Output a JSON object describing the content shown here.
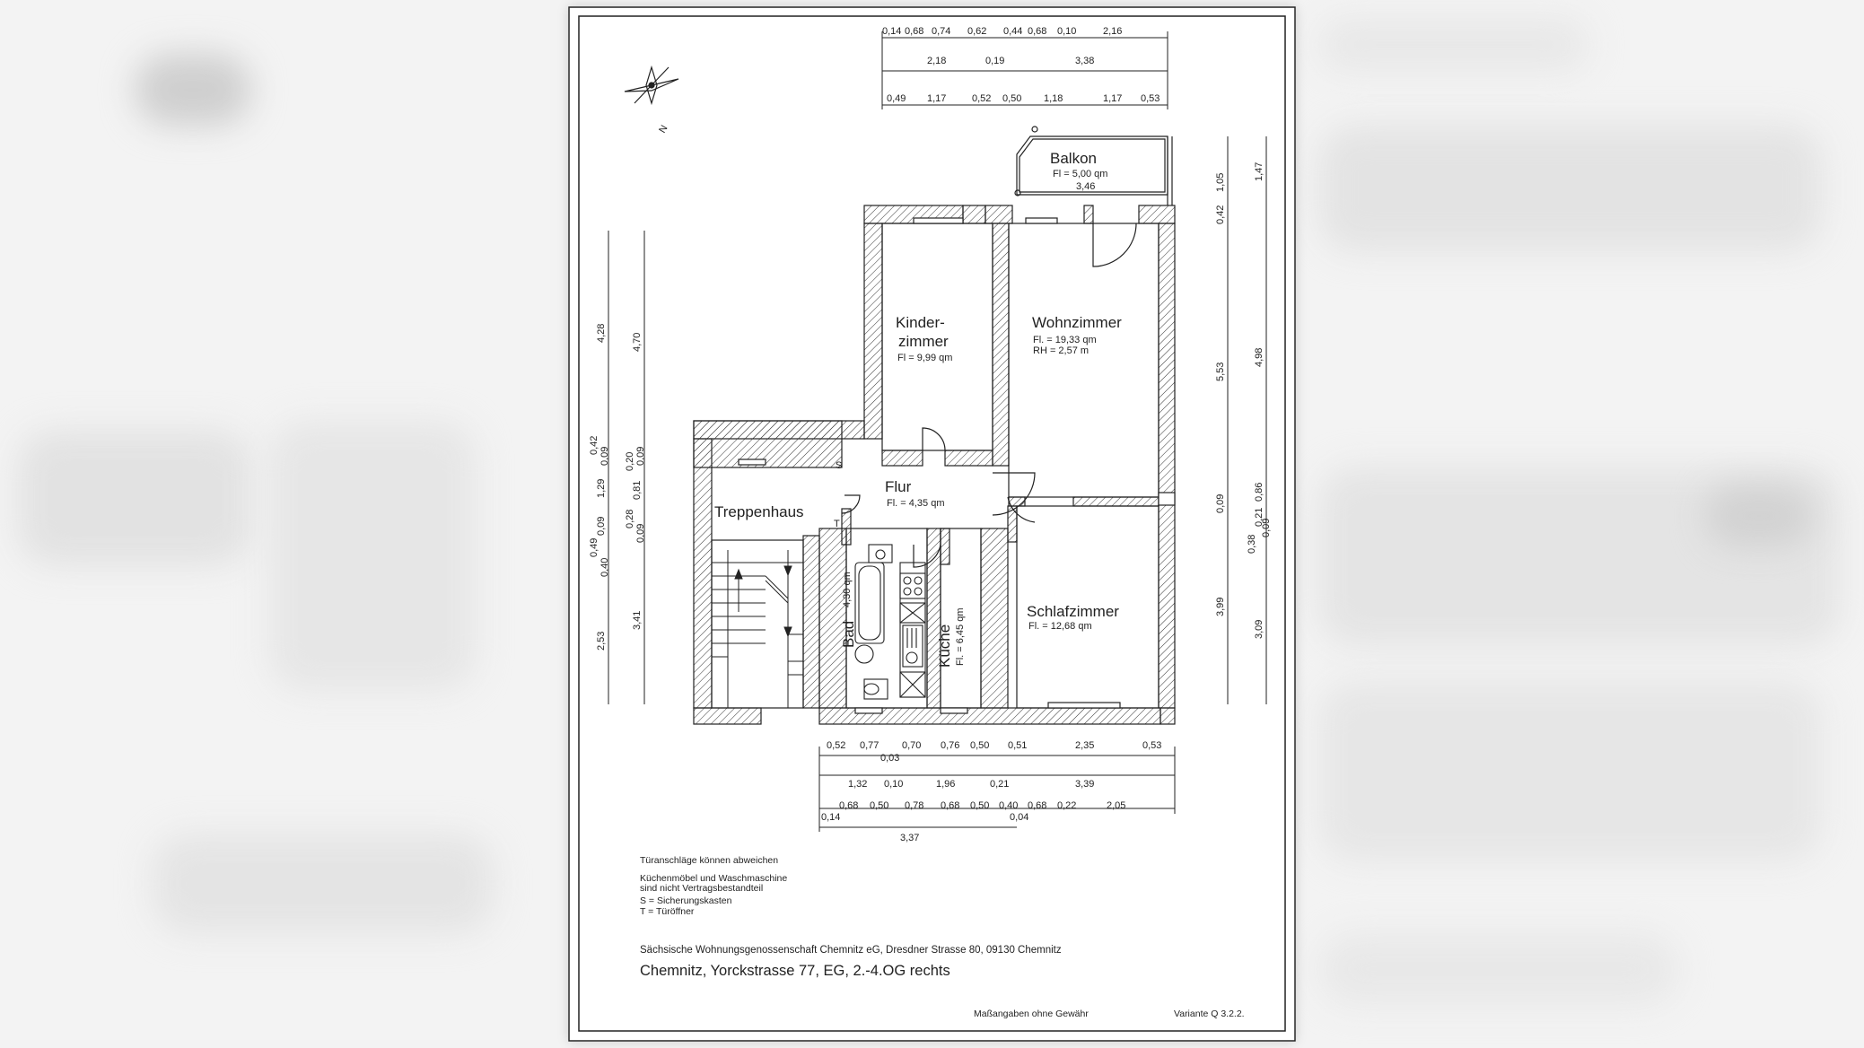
{
  "plan": {
    "rooms": {
      "balkon": {
        "name": "Balkon",
        "area": "Fl = 5,00 qm",
        "dim": "3,46"
      },
      "kinder_1": {
        "name": "Kinder-"
      },
      "kinder_2": {
        "name": "zimmer",
        "area": "Fl = 9,99 qm"
      },
      "wohn": {
        "name": "Wohnzimmer",
        "area": "Fl. = 19,33 qm",
        "rh": "RH = 2,57 m"
      },
      "flur": {
        "name": "Flur",
        "area": "Fl. = 4,35 qm"
      },
      "treppe": {
        "name": "Treppenhaus"
      },
      "bad": {
        "name": "Bad",
        "area": "4,30 qm"
      },
      "kueche": {
        "name": "Küche",
        "area": "Fl. = 6,45 qm"
      },
      "schlaf": {
        "name": "Schlafzimmer",
        "area": "Fl. = 12,68 qm"
      }
    },
    "symbols": {
      "s": "S",
      "t": "T",
      "north": "N"
    },
    "dims_top": {
      "row1": [
        "0,14",
        "0,68",
        "0,74",
        "0,62",
        "0,44",
        "0,68",
        "0,10",
        "2,16"
      ],
      "row2": [
        "2,18",
        "0,19",
        "3,38"
      ],
      "row3": [
        "0,49",
        "1,17",
        "0,52",
        "0,50",
        "1,18",
        "1,17",
        "0,53"
      ]
    },
    "dims_bottom": {
      "row1": [
        "0,52",
        "0,77",
        "0,03",
        "0,70",
        "0,76",
        "0,50",
        "0,51",
        "2,35",
        "0,53"
      ],
      "row2": [
        "1,32",
        "0,10",
        "1,96",
        "0,21",
        "3,39"
      ],
      "row3": [
        "0,14",
        "0,68",
        "0,50",
        "0,78",
        "0,68",
        "0,50",
        "0,40",
        "0,04",
        "0,68",
        "0,22",
        "2,05"
      ],
      "row4": [
        "3,37"
      ]
    },
    "dims_left": {
      "outer": [
        "4,28",
        "0,42",
        "0,09",
        "1,29",
        "0,09",
        "0,49",
        "0,40",
        "2,53"
      ],
      "inner": [
        "4,70",
        "0,20",
        "0,09",
        "0,81",
        "0,28",
        "0,09",
        "3,41"
      ]
    },
    "dims_right": {
      "a": [
        "1,05",
        "0,42",
        "5,53",
        "0,09",
        "3,99"
      ],
      "b": [
        "1,47",
        "4,98",
        "0,86",
        "0,21",
        "0,38",
        "0,09",
        "3,09"
      ]
    },
    "notes": [
      "Türanschläge können abweichen",
      "Küchenmöbel und Waschmaschine",
      "sind nicht Vertragsbestandteil",
      "S = Sicherungskasten",
      "T = Türöffner"
    ],
    "company": "Sächsische Wohnungsgenossenschaft Chemnitz eG, Dresdner Strasse 80, 09130 Chemnitz",
    "address": "Chemnitz, Yorckstrasse 77, EG, 2.-4.OG rechts",
    "disclaimer": "Maßangaben ohne Gewähr",
    "variant": "Variante Q 3.2.2."
  }
}
